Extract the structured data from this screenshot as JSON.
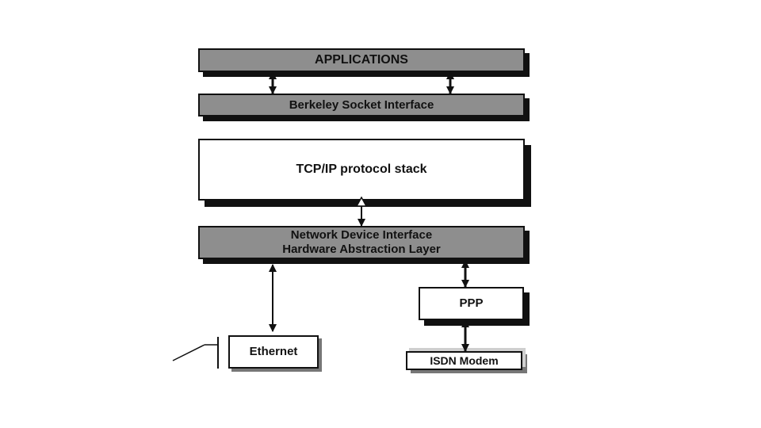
{
  "diagram": {
    "applications": "APPLICATIONS",
    "socket": "Berkeley Socket Interface",
    "stack": "TCP/IP protocol stack",
    "ndi_line1": "Network Device Interface",
    "ndi_line2": "Hardware Abstraction Layer",
    "ppp": "PPP",
    "ethernet": "Ethernet",
    "isdn": "ISDN Modem"
  },
  "colors": {
    "layer_fill": "#8e8e8e",
    "outline": "#111111",
    "background": "#ffffff"
  }
}
